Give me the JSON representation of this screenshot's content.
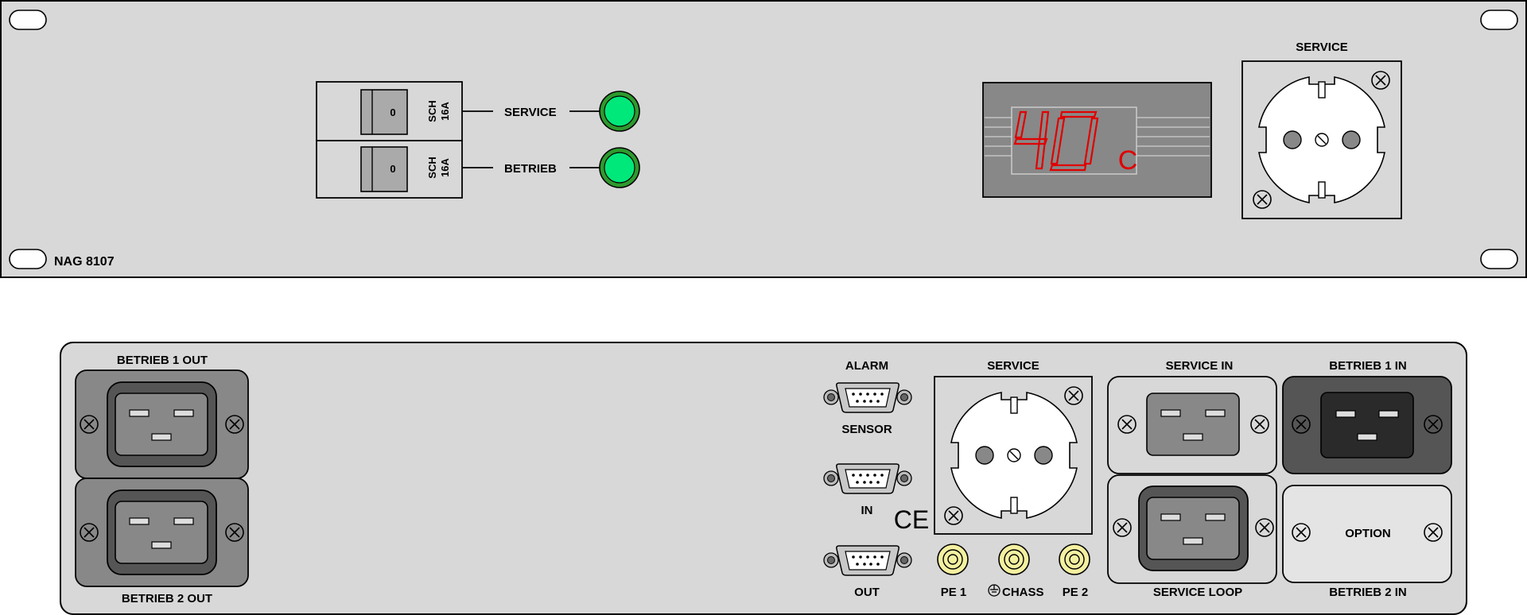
{
  "front": {
    "model": "NAG 8107",
    "breakers": [
      {
        "state": "0",
        "rating_top": "SCH",
        "rating_bottom": "16A",
        "label": "SERVICE"
      },
      {
        "state": "0",
        "rating_top": "SCH",
        "rating_bottom": "16A",
        "label": "BETRIEB"
      }
    ],
    "display": {
      "value": "40",
      "unit": "C"
    },
    "socket_label": "SERVICE"
  },
  "rear": {
    "betrieb1_out": "BETRIEB 1 OUT",
    "betrieb2_out": "BETRIEB 2 OUT",
    "alarm": "ALARM",
    "sensor": "SENSOR",
    "in": "IN",
    "out": "OUT",
    "ce_mark": "CE",
    "socket_label": "SERVICE",
    "pe1": "PE 1",
    "chass": "CHASS",
    "pe2": "PE 2",
    "service_in": "SERVICE IN",
    "service_loop": "SERVICE LOOP",
    "betrieb1_in": "BETRIEB 1 IN",
    "betrieb2_in": "BETRIEB 2 IN",
    "option": "OPTION"
  },
  "colors": {
    "panel": "#d8d8d8",
    "led": "#00e87a",
    "display_bg": "#888888",
    "segment": "#e00000",
    "connector_dark": "#555555",
    "terminal": "#f4f0a0"
  }
}
